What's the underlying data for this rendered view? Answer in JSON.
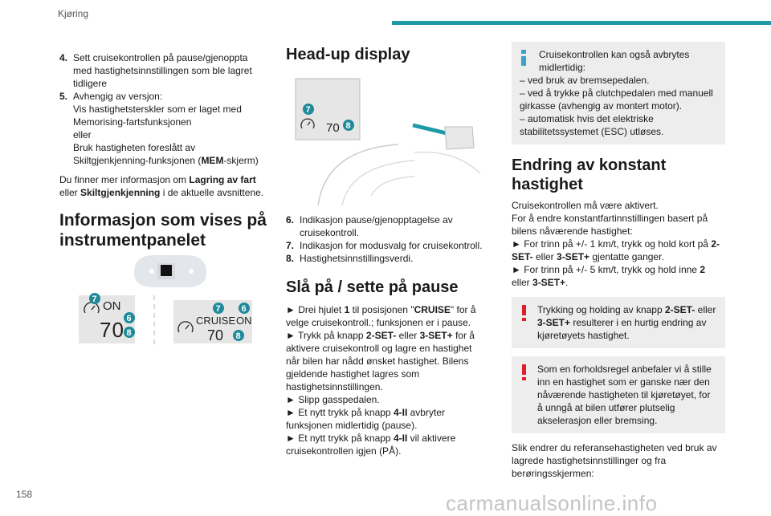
{
  "header": {
    "section": "Kjøring",
    "page_number": "158"
  },
  "watermark": "carmanualsonline.info",
  "col1": {
    "item4_num": "4.",
    "item4_text": "Sett cruisekontrollen på pause/gjenoppta med hastighetsinnstillingen som ble lagret tidligere",
    "item5_num": "5.",
    "item5_l1": "Avhengig av versjon:",
    "item5_l2": "Vis hastighetsterskler som er laget med Memorising-fartsfunksjonen",
    "item5_l3": "eller",
    "item5_l4a": "Bruk hastigheten foreslått av Skiltgjenkjenning-funksjonen (",
    "item5_l4b": "MEM",
    "item5_l4c": "-skjerm)",
    "more_a": "Du finner mer informasjon om ",
    "more_b": "Lagring av fart",
    "more_c": " eller ",
    "more_d": "Skiltgjenkjenning",
    "more_e": " i de aktuelle avsnittene.",
    "heading": "Informasjon som vises på instrumentpanelet",
    "fig_left": {
      "on": "ON",
      "speed": "70",
      "b7": "7",
      "b6": "6",
      "b8": "8"
    },
    "fig_right": {
      "cruise": "CRUISE",
      "on": "ON",
      "speed": "70",
      "b7": "7",
      "b6": "6",
      "b8": "8"
    }
  },
  "col2": {
    "heading": "Head-up display",
    "hud": {
      "speed": "70",
      "b7": "7",
      "b8": "8"
    },
    "legend": [
      {
        "num": "6.",
        "text": "Indikasjon pause/gjenopptagelse av cruisekontroll."
      },
      {
        "num": "7.",
        "text": "Indikasjon for modusvalg for cruisekontroll."
      },
      {
        "num": "8.",
        "text": "Hastighetsinnstillingsverdi."
      }
    ],
    "heading2": "Slå på / sette på pause",
    "s1a": "► Drei hjulet ",
    "s1b": "1",
    "s1c": " til posisjonen \"",
    "s1d": "CRUISE",
    "s1e": "\" for å velge cruisekontroll.; funksjonen er i pause.",
    "s2a": "► Trykk på knapp ",
    "s2b": "2-SET-",
    "s2c": " eller ",
    "s2d": "3-SET+",
    "s2e": " for å aktivere cruisekontroll og lagre en hastighet når bilen har nådd ønsket hastighet. Bilens gjeldende hastighet lagres som hastighetsinnstillingen.",
    "s3": "► Slipp gasspedalen.",
    "s4a": "► Et nytt trykk på knapp ",
    "s4b": "4-II",
    "s4c": " avbryter funksjonen midlertidig (pause).",
    "s5a": "► Et nytt trykk på knapp ",
    "s5b": "4-II",
    "s5c": " vil aktivere cruisekontrollen igjen (PÅ)."
  },
  "col3": {
    "info_title": "Cruisekontrollen kan også avbrytes midlertidig:",
    "info_l1": "– ved bruk av bremsepedalen.",
    "info_l2": "– ved å trykke på clutchpedalen med manuell girkasse (avhengig av montert motor).",
    "info_l3": "– automatisk hvis det elektriske stabilitetssystemet (ESC) utløses.",
    "heading": "Endring av konstant hastighet",
    "p1": "Cruisekontrollen må være aktivert.",
    "p2": "For å endre konstantfartinnstillingen basert på bilens nåværende hastighet:",
    "p3a": "► For trinn på +/- 1 km/t, trykk og hold kort på ",
    "p3b": "2-SET-",
    "p3c": " eller ",
    "p3d": "3-SET+",
    "p3e": " gjentatte ganger.",
    "p4a": "► For trinn på +/- 5 km/t, trykk og hold inne ",
    "p4b": "2",
    "p4c": " eller ",
    "p4d": "3-SET+",
    "p4e": ".",
    "warn1a": "Trykking og holding av knapp ",
    "warn1b": "2-SET-",
    "warn1c": " eller ",
    "warn1d": "3-SET+",
    "warn1e": " resulterer i en hurtig endring av kjøretøyets hastighet.",
    "warn2": "Som en forholdsregel anbefaler vi å stille inn en hastighet som er ganske nær den nåværende hastigheten til kjøretøyet, for å unngå at bilen utfører plutselig akselerasjon eller bremsing.",
    "p5": "Slik endrer du referansehastigheten ved bruk av lagrede hastighetsinnstillinger og fra berøringsskjermen:"
  }
}
